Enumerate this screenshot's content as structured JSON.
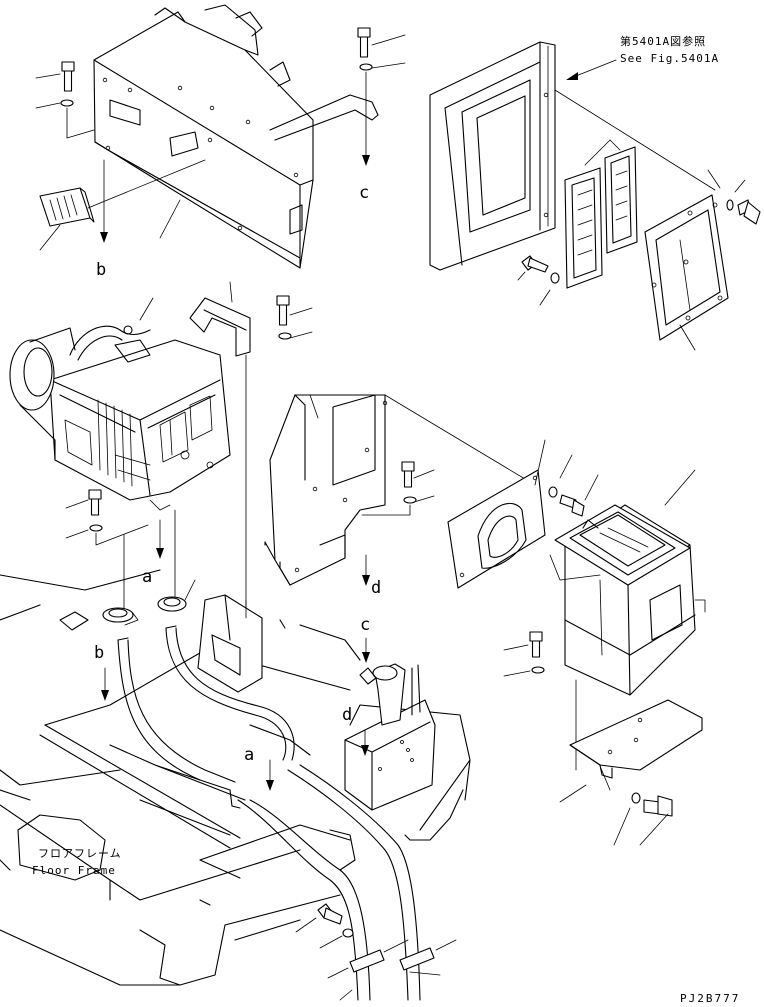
{
  "reference_note": {
    "japanese": "第5401A図参照",
    "english": "See Fig.5401A"
  },
  "floor_frame": {
    "japanese": "フロアフレーム",
    "english": "Floor Frame"
  },
  "drawing_code": "PJ2B777",
  "markers": {
    "a": "a",
    "b": "b",
    "c": "c",
    "d": "d"
  }
}
